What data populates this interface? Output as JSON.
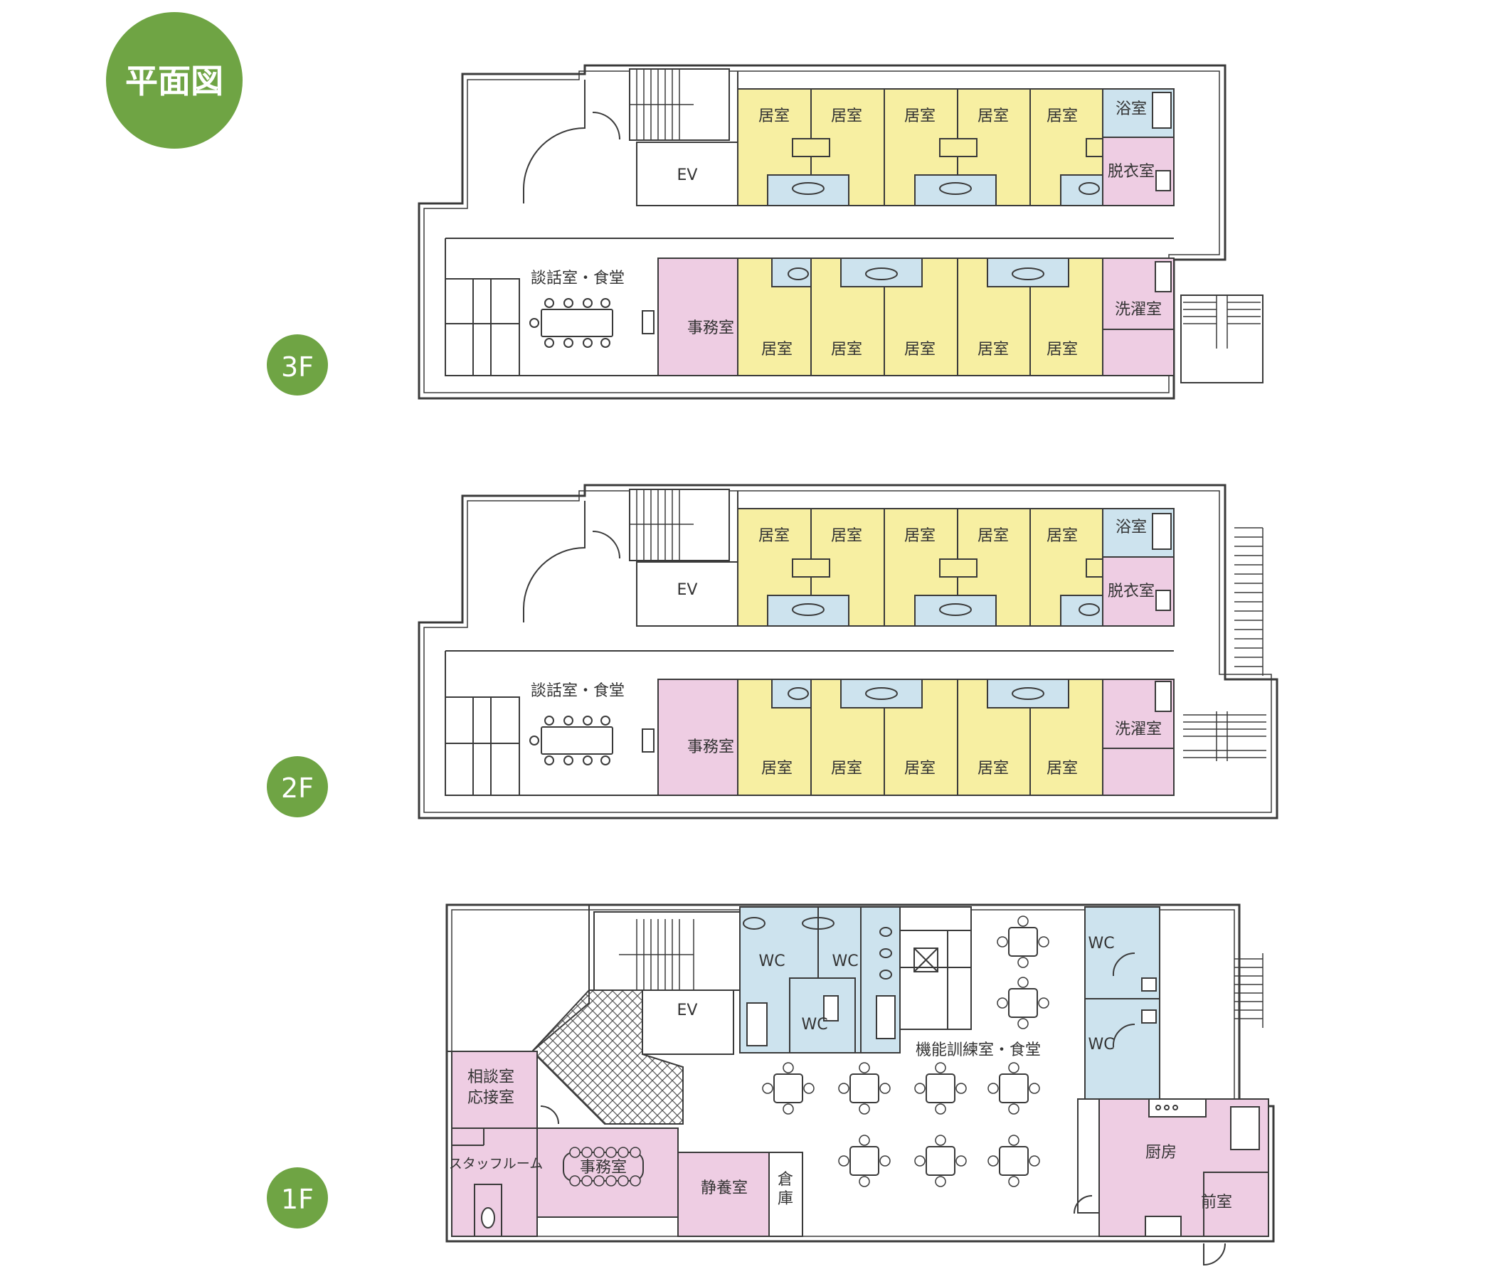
{
  "title": "平面図",
  "colors": {
    "accent": "#6fa444",
    "room_yellow": "#f7efa2",
    "wet_blue": "#cde3ee",
    "office_pink": "#eecde3",
    "wall": "#3a3a3a",
    "text": "#333333"
  },
  "floors": {
    "f3": {
      "badge": "3F",
      "rooms": {
        "k1": "居室",
        "k2": "居室",
        "k3": "居室",
        "k4": "居室",
        "k5": "居室",
        "bath": "浴室",
        "dressing": "脱衣室",
        "ev": "EV",
        "lounge": "談話室・食堂",
        "office": "事務室",
        "b1": "居室",
        "b2": "居室",
        "b3": "居室",
        "b4": "居室",
        "b5": "居室",
        "laundry": "洗濯室"
      }
    },
    "f2": {
      "badge": "2F",
      "rooms": {
        "k1": "居室",
        "k2": "居室",
        "k3": "居室",
        "k4": "居室",
        "k5": "居室",
        "bath": "浴室",
        "dressing": "脱衣室",
        "ev": "EV",
        "lounge": "談話室・食堂",
        "office": "事務室",
        "b1": "居室",
        "b2": "居室",
        "b3": "居室",
        "b4": "居室",
        "b5": "居室",
        "laundry": "洗濯室"
      }
    },
    "f1": {
      "badge": "1F",
      "rooms": {
        "ev": "EV",
        "wc1": "WC",
        "wc2": "WC",
        "wc3": "WC",
        "wc4": "WC",
        "wc5": "WC",
        "training": "機能訓練室・食堂",
        "consult1": "相談室",
        "consult2": "応接室",
        "staff": "スタッフルーム",
        "office": "事務室",
        "rest": "静養室",
        "storage1": "倉",
        "storage2": "庫",
        "kitchen": "厨房",
        "anteroom": "前室"
      }
    }
  }
}
